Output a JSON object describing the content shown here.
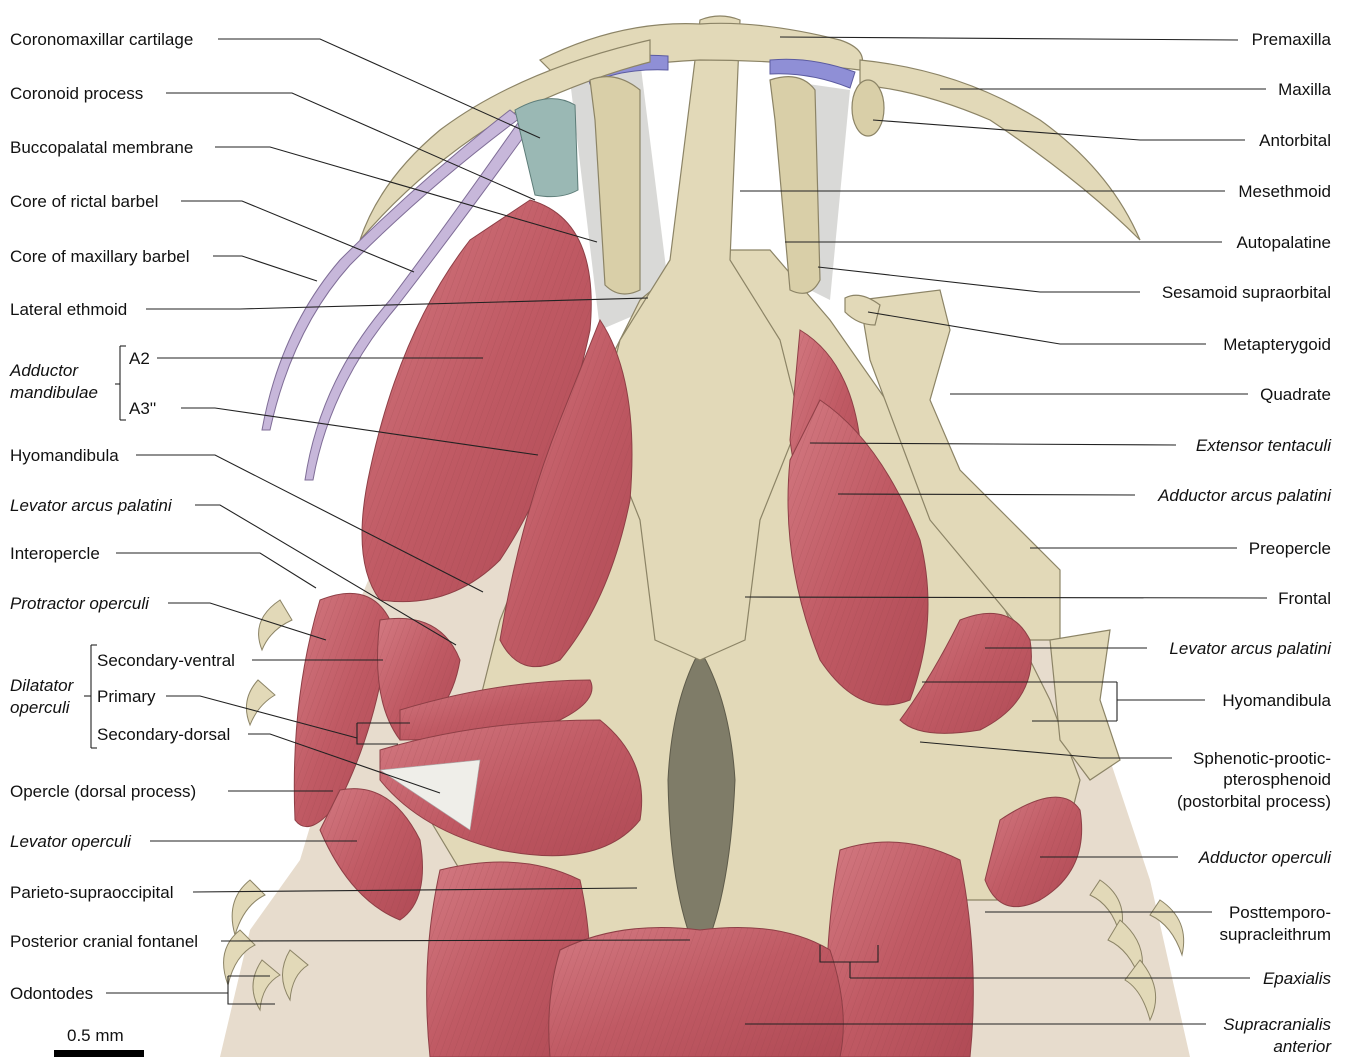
{
  "labels": {
    "coronomaxillar_cartilage": "Coronomaxillar cartilage",
    "coronoid_process": "Coronoid process",
    "buccopalatal_membrane": "Buccopalatal membrane",
    "core_rictal_barbel": "Core of rictal barbel",
    "core_maxillary_barbel": "Core of maxillary barbel",
    "lateral_ethmoid": "Lateral ethmoid",
    "adductor_mandibulae_1": "Adductor",
    "adductor_mandibulae_2": "mandibulae",
    "a2": "A2",
    "a3": "A3''",
    "hyomandibula_left": "Hyomandibula",
    "levator_arcus_palatini_left": "Levator arcus palatini",
    "interopercle": "Interopercle",
    "protractor_operculi": "Protractor operculi",
    "dilatator_1": "Dilatator",
    "dilatator_2": "operculi",
    "secondary_ventral": "Secondary-ventral",
    "primary": "Primary",
    "secondary_dorsal": "Secondary-dorsal",
    "opercle": "Opercle (dorsal process)",
    "levator_operculi": "Levator operculi",
    "parieto_supraoccipital": "Parieto-supraoccipital",
    "posterior_cranial_fontanel": "Posterior cranial fontanel",
    "odontodes": "Odontodes",
    "scale": "0.5 mm",
    "premaxilla": "Premaxilla",
    "maxilla": "Maxilla",
    "antorbital": "Antorbital",
    "mesethmoid": "Mesethmoid",
    "autopalatine": "Autopalatine",
    "sesamoid_supraorbital": "Sesamoid supraorbital",
    "metapterygoid": "Metapterygoid",
    "quadrate": "Quadrate",
    "extensor_tentaculi": "Extensor tentaculi",
    "adductor_arcus_palatini": "Adductor arcus palatini",
    "preopercle": "Preopercle",
    "frontal": "Frontal",
    "levator_arcus_palatini_right": "Levator arcus palatini",
    "hyomandibula_right": "Hyomandibula",
    "sphenotic_1": "Sphenotic-prootic-",
    "sphenotic_2": "pterosphenoid",
    "sphenotic_3": "(postorbital process)",
    "adductor_operculi": "Adductor operculi",
    "posttemporo_1": "Posttemporo-",
    "posttemporo_2": "supracleithrum",
    "epaxialis": "Epaxialis",
    "supracranialis_1": "Supracranialis",
    "supracranialis_2": "anterior"
  },
  "colors": {
    "bone": "#e2d9b8",
    "muscle": "#c9656d",
    "barbel": "#c7b7da",
    "cartilage": "#9ab8b4",
    "blue_band": "#8f8fd6"
  }
}
